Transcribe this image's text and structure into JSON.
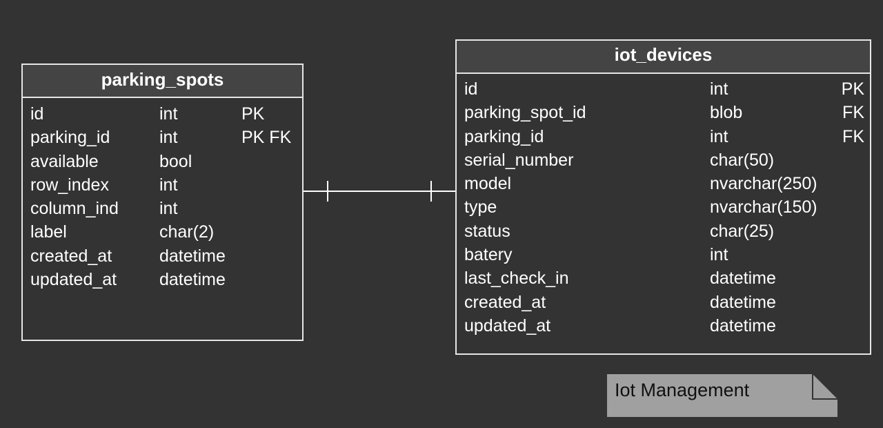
{
  "tables": {
    "parking_spots": {
      "name": "parking_spots",
      "columns": [
        {
          "name": "id",
          "type": "int",
          "key": "PK"
        },
        {
          "name": "parking_id",
          "type": "int",
          "key": "PK FK"
        },
        {
          "name": "available",
          "type": "bool",
          "key": ""
        },
        {
          "name": "row_index",
          "type": "int",
          "key": ""
        },
        {
          "name": "column_ind",
          "type": "int",
          "key": ""
        },
        {
          "name": "label",
          "type": "char(2)",
          "key": ""
        },
        {
          "name": "created_at",
          "type": "datetime",
          "key": ""
        },
        {
          "name": "updated_at",
          "type": "datetime",
          "key": ""
        }
      ]
    },
    "iot_devices": {
      "name": "iot_devices",
      "columns": [
        {
          "name": "id",
          "type": "int",
          "key": "PK"
        },
        {
          "name": "parking_spot_id",
          "type": "blob",
          "key": "FK"
        },
        {
          "name": "parking_id",
          "type": "int",
          "key": "FK"
        },
        {
          "name": "serial_number",
          "type": "char(50)",
          "key": ""
        },
        {
          "name": "model",
          "type": "nvarchar(250)",
          "key": ""
        },
        {
          "name": "type",
          "type": "nvarchar(150)",
          "key": ""
        },
        {
          "name": "status",
          "type": "char(25)",
          "key": ""
        },
        {
          "name": "batery",
          "type": "int",
          "key": ""
        },
        {
          "name": "last_check_in",
          "type": "datetime",
          "key": ""
        },
        {
          "name": "created_at",
          "type": "datetime",
          "key": ""
        },
        {
          "name": "updated_at",
          "type": "datetime",
          "key": ""
        }
      ]
    }
  },
  "relationship": {
    "from": "parking_spots",
    "to": "iot_devices",
    "from_cardinality": "one",
    "to_cardinality": "one"
  },
  "note": {
    "text": "Iot Management"
  },
  "colors": {
    "background": "#333333",
    "header_fill": "#444444",
    "border": "#e6e6e6",
    "text": "#ffffff",
    "note_fill": "#a0a0a0",
    "note_text": "#111111"
  }
}
